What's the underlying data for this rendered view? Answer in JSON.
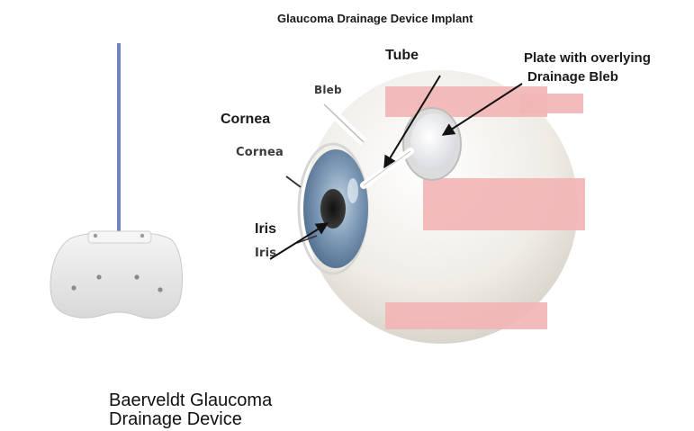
{
  "title": "Glaucoma Drainage Device Implant",
  "labels": {
    "tube": "Tube",
    "plate_line1": "Plate with overlying",
    "plate_line2": "Drainage  Bleb",
    "cornea_added": "Cornea",
    "cornea_embedded": "Cornea",
    "bleb_embedded": "Bleb",
    "iris_added": "Iris",
    "iris_embedded": "Iris"
  },
  "caption": "Baerveldt Glaucoma Drainage Device",
  "colors": {
    "muscle_band": "#f2b5b5",
    "sclera": "#efece6",
    "iris": "#7c98b5",
    "pupil": "#2a2a2a",
    "tube": "#6f86b8",
    "plate": "#ececec"
  }
}
